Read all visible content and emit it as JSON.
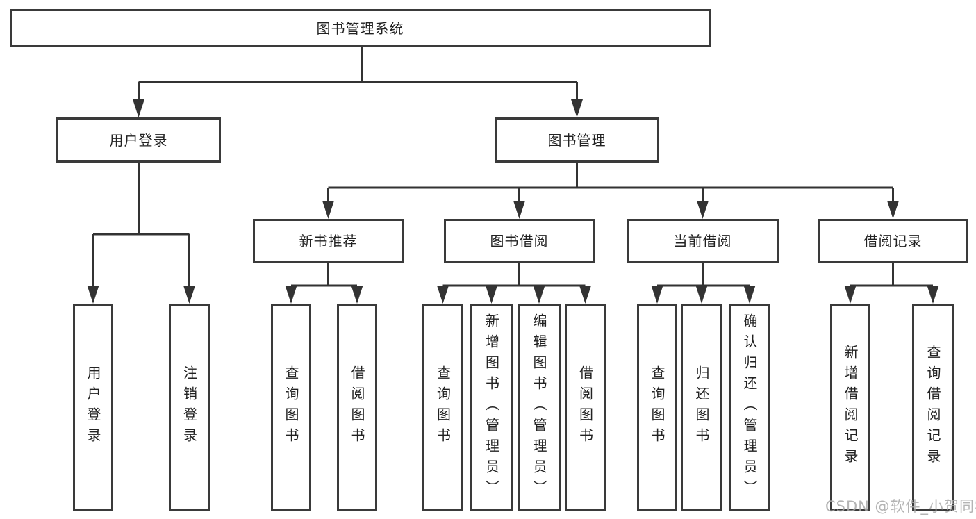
{
  "colors": {
    "background": "#ffffff",
    "line": "#333333",
    "box_border": "#3a3a3a",
    "box_fill": "#ffffff",
    "text": "#222222",
    "watermark": "#a8a8a8"
  },
  "watermark": {
    "text": "CSDN @软件_小贺同学"
  },
  "nodes": {
    "system": {
      "label": "图书管理系统"
    },
    "user_login": {
      "label": "用户登录"
    },
    "book_mgmt": {
      "label": "图书管理"
    },
    "new_book_rec": {
      "label": "新书推荐"
    },
    "book_borrow": {
      "label": "图书借阅"
    },
    "current_borrow": {
      "label": "当前借阅"
    },
    "borrow_records": {
      "label": "借阅记录"
    },
    "login_action": {
      "label": "用户登录"
    },
    "logout_action": {
      "label": "注销登录"
    },
    "query_books_1": {
      "label": "查询图书"
    },
    "borrow_books_1": {
      "label": "借阅图书"
    },
    "query_books_2": {
      "label": "查询图书"
    },
    "add_books": {
      "label": "新增图书（管理员）"
    },
    "edit_books": {
      "label": "编辑图书（管理员）"
    },
    "borrow_books_2": {
      "label": "借阅图书"
    },
    "query_books_3": {
      "label": "查询图书"
    },
    "return_books": {
      "label": "归还图书"
    },
    "confirm_return": {
      "label": "确认归还（管理员）"
    },
    "add_borrow_record": {
      "label": "新增借阅记录"
    },
    "query_borrow_record": {
      "label": "查询借阅记录"
    }
  },
  "hierarchy": {
    "system": [
      "user_login",
      "book_mgmt"
    ],
    "user_login": [
      "login_action",
      "logout_action"
    ],
    "book_mgmt": [
      "new_book_rec",
      "book_borrow",
      "current_borrow",
      "borrow_records"
    ],
    "new_book_rec": [
      "query_books_1",
      "borrow_books_1"
    ],
    "book_borrow": [
      "query_books_2",
      "add_books",
      "edit_books",
      "borrow_books_2"
    ],
    "current_borrow": [
      "query_books_3",
      "return_books",
      "confirm_return"
    ],
    "borrow_records": [
      "add_borrow_record",
      "query_borrow_record"
    ]
  }
}
